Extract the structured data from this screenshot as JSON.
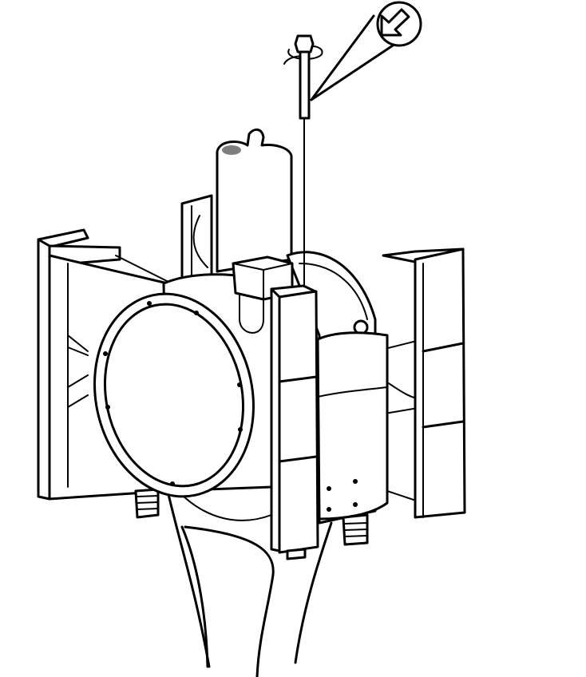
{
  "figure": {
    "type": "technical line drawing",
    "style": "black-and-white patent illustration",
    "colors": {
      "line": "#000000",
      "background": "#ffffff"
    },
    "components": [
      {
        "id": "bolt",
        "label": "bolt with washer, shown exploded above assembly"
      },
      {
        "id": "callout",
        "label": "magnified callout circle with arrow"
      },
      {
        "id": "left-mount-plate",
        "label": "left vertical mounting plate"
      },
      {
        "id": "right-mount-plate",
        "label": "right vertical mounting plate with two slots"
      },
      {
        "id": "front-mount-plate",
        "label": "front vertical mounting plate with two slots"
      },
      {
        "id": "circular-flange",
        "label": "circular flange with bolt holes"
      },
      {
        "id": "cylinder-housing",
        "label": "cylindrical housing with four holes"
      },
      {
        "id": "vertical-tube",
        "label": "upright tube at top"
      },
      {
        "id": "threaded-studs",
        "label": "threaded studs underneath"
      },
      {
        "id": "support-leg",
        "label": "curved support leg below"
      }
    ],
    "text": []
  }
}
